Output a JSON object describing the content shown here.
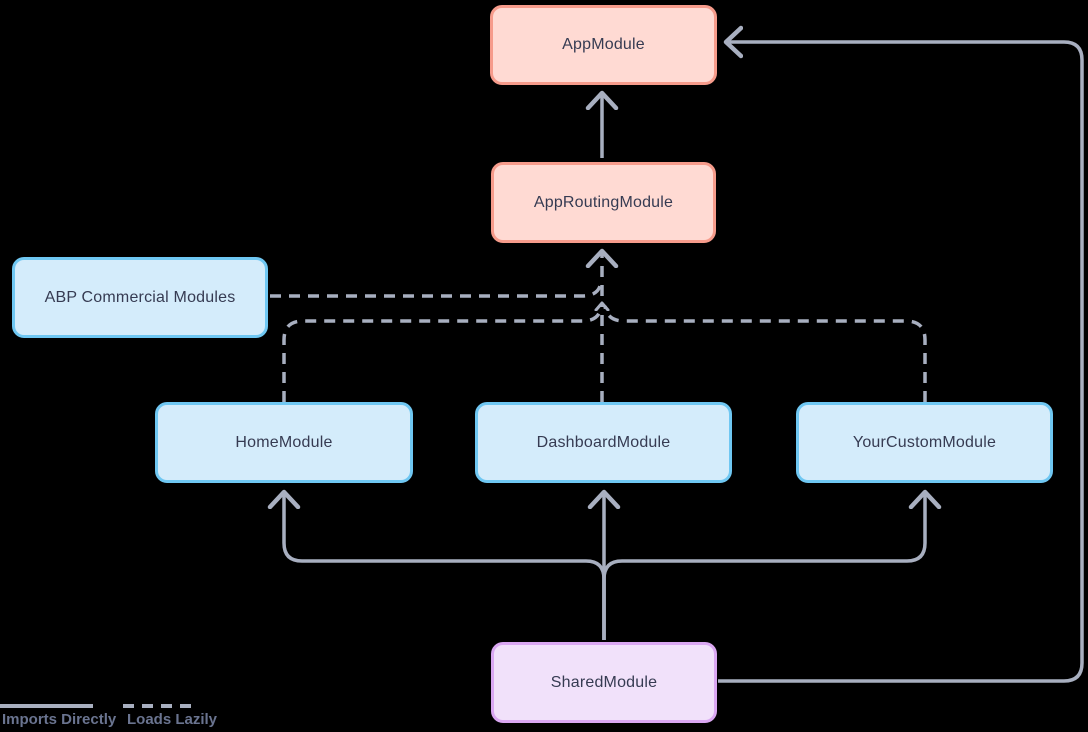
{
  "diagram": {
    "background_color": "#000000",
    "edge_color": "#A8AFC0",
    "node_text_color": "#363B52",
    "nodes": {
      "app_module": {
        "label": "AppModule",
        "fill": "#FFDAD3",
        "border": "#F69B8B"
      },
      "app_routing_module": {
        "label": "AppRoutingModule",
        "fill": "#FFDAD3",
        "border": "#F69B8B"
      },
      "abp_commercial_modules": {
        "label": "ABP Commercial Modules",
        "fill": "#D4ECFB",
        "border": "#6FC7F2"
      },
      "home_module": {
        "label": "HomeModule",
        "fill": "#D4ECFB",
        "border": "#6FC7F2"
      },
      "dashboard_module": {
        "label": "DashboardModule",
        "fill": "#D4ECFB",
        "border": "#6FC7F2"
      },
      "your_custom_module": {
        "label": "YourCustomModule",
        "fill": "#D4ECFB",
        "border": "#6FC7F2"
      },
      "shared_module": {
        "label": "SharedModule",
        "fill": "#F1E1FA",
        "border": "#DAA7F2"
      }
    },
    "edges": [
      {
        "from": "AppRoutingModule",
        "to": "AppModule",
        "type": "imports-directly"
      },
      {
        "from": "SharedModule",
        "to": "AppModule",
        "type": "imports-directly"
      },
      {
        "from": "SharedModule",
        "to": "HomeModule",
        "type": "imports-directly"
      },
      {
        "from": "SharedModule",
        "to": "DashboardModule",
        "type": "imports-directly"
      },
      {
        "from": "SharedModule",
        "to": "YourCustomModule",
        "type": "imports-directly"
      },
      {
        "from": "ABP Commercial Modules",
        "to": "AppRoutingModule",
        "type": "loads-lazily"
      },
      {
        "from": "HomeModule",
        "to": "AppRoutingModule",
        "type": "loads-lazily"
      },
      {
        "from": "DashboardModule",
        "to": "AppRoutingModule",
        "type": "loads-lazily"
      },
      {
        "from": "YourCustomModule",
        "to": "AppRoutingModule",
        "type": "loads-lazily"
      }
    ],
    "legend": {
      "imports_directly_label": "Imports Directly",
      "loads_lazily_label": "Loads Lazily"
    }
  }
}
